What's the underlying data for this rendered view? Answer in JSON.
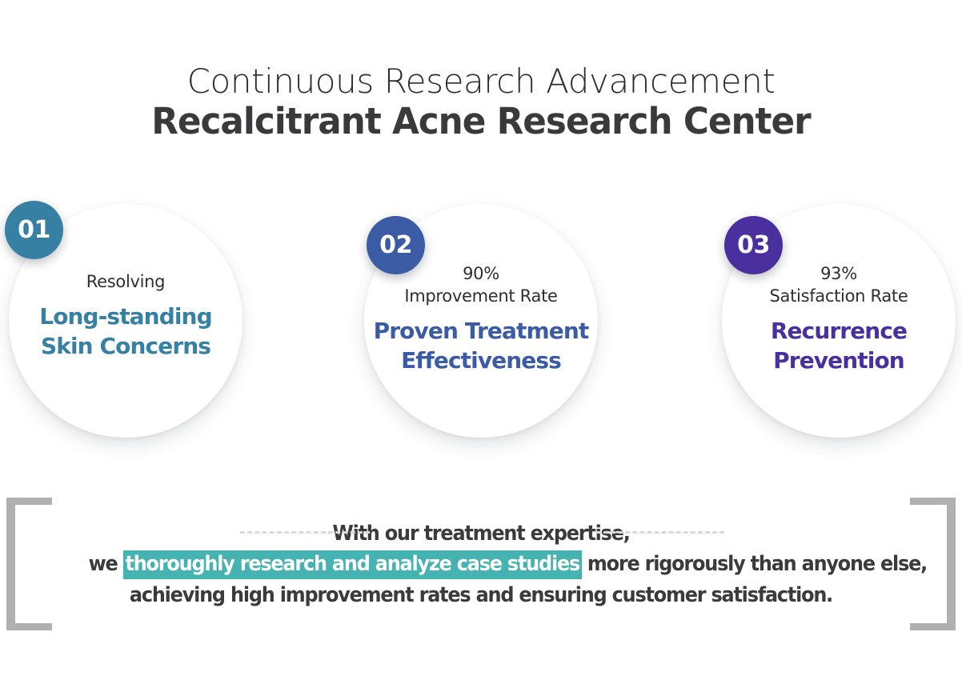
{
  "heading": {
    "eyebrow": "Continuous Research Advancement",
    "title": "Recalcitrant Acne Research Center"
  },
  "steps": [
    {
      "badge": "01",
      "kicker": "Resolving",
      "headline_line1": "Long-standing",
      "headline_line2": "Skin Concerns",
      "color": "#3580a3"
    },
    {
      "badge": "02",
      "kicker_line1": "90%",
      "kicker_line2": "Improvement Rate",
      "headline_line1": "Proven Treatment",
      "headline_line2": "Effectiveness",
      "color": "#3b5ba5"
    },
    {
      "badge": "03",
      "kicker_line1": "93%",
      "kicker_line2": "Satisfaction Rate",
      "headline_line1": "Recurrence",
      "headline_line2": "Prevention",
      "color": "#4a2f9e"
    }
  ],
  "footnote": {
    "line1": "With our treatment expertise,",
    "line2_pre": "we ",
    "line2_highlight": "thoroughly research and analyze case studies",
    "line2_post": " more rigorously than anyone else,",
    "line3": "achieving high improvement rates and ensuring customer satisfaction.",
    "highlight_color": "#45b3b1"
  }
}
